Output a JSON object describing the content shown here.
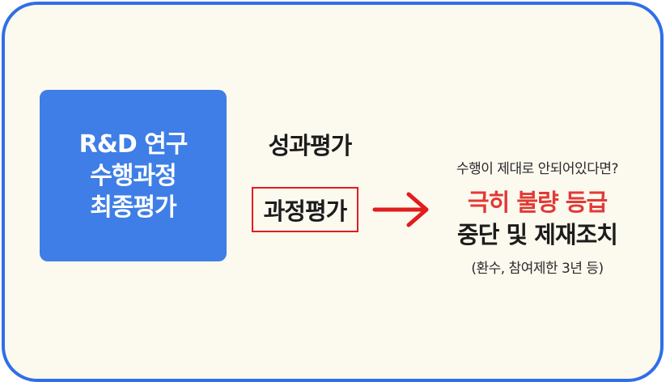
{
  "colors": {
    "frame_border": "#2f6fe8",
    "background": "#fcf9ef",
    "box_fill": "#3e7ee6",
    "highlight": "#e13a36",
    "outline_red": "#e11d1d"
  },
  "left_box": {
    "lines": [
      "R&D 연구",
      "수행과정",
      "최종평가"
    ]
  },
  "evaluations": {
    "performance": "성과평가",
    "process": "과정평가"
  },
  "arrow_icon": "right-arrow-icon",
  "outcome": {
    "condition": "수행이 제대로 안되어있다면?",
    "grade": "극히 불량 등급",
    "sanction": "중단 및 제재조치",
    "note": "(환수, 참여제한 3년 등)"
  }
}
